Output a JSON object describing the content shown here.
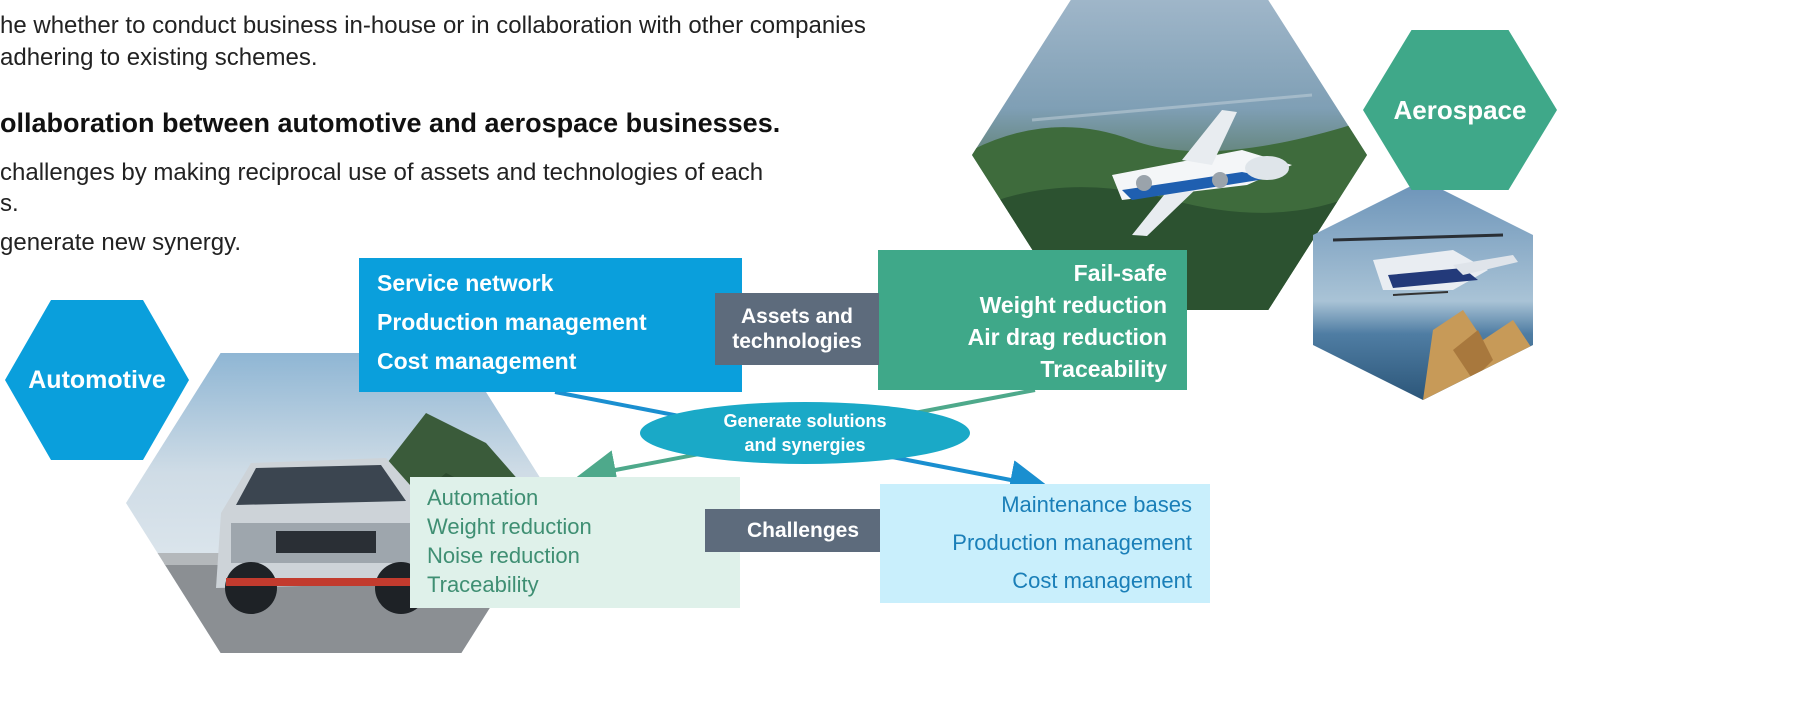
{
  "intro": {
    "line1": "he whether to conduct business in-house or in collaboration with other companies",
    "line2": "adhering to existing schemes.",
    "heading": "ollaboration between automotive and aerospace businesses.",
    "line3": "challenges by making reciprocal use of assets and technologies of each",
    "line4": "s.",
    "line5": "generate new synergy."
  },
  "automotive": {
    "label": "Automotive",
    "assets": [
      "Service network",
      "Production management",
      "Cost management"
    ],
    "challenges": [
      "Automation",
      "Weight reduction",
      "Noise reduction",
      "Traceability"
    ]
  },
  "aerospace": {
    "label": "Aerospace",
    "assets": [
      "Fail-safe",
      "Weight reduction",
      "Air drag reduction",
      "Traceability"
    ],
    "challenges": [
      "Maintenance bases",
      "Production management",
      "Cost management"
    ]
  },
  "center": {
    "assets_label": "Assets and technologies",
    "ellipse_label": "Generate solutions and synergies",
    "challenges_label": "Challenges"
  },
  "colors": {
    "automotive_blue": "#0a9fdc",
    "aerospace_green": "#3fa889",
    "challenge_green_bg": "#dff1ea",
    "challenge_blue_bg": "#c9effc",
    "gray_label": "#5d6b7c"
  }
}
